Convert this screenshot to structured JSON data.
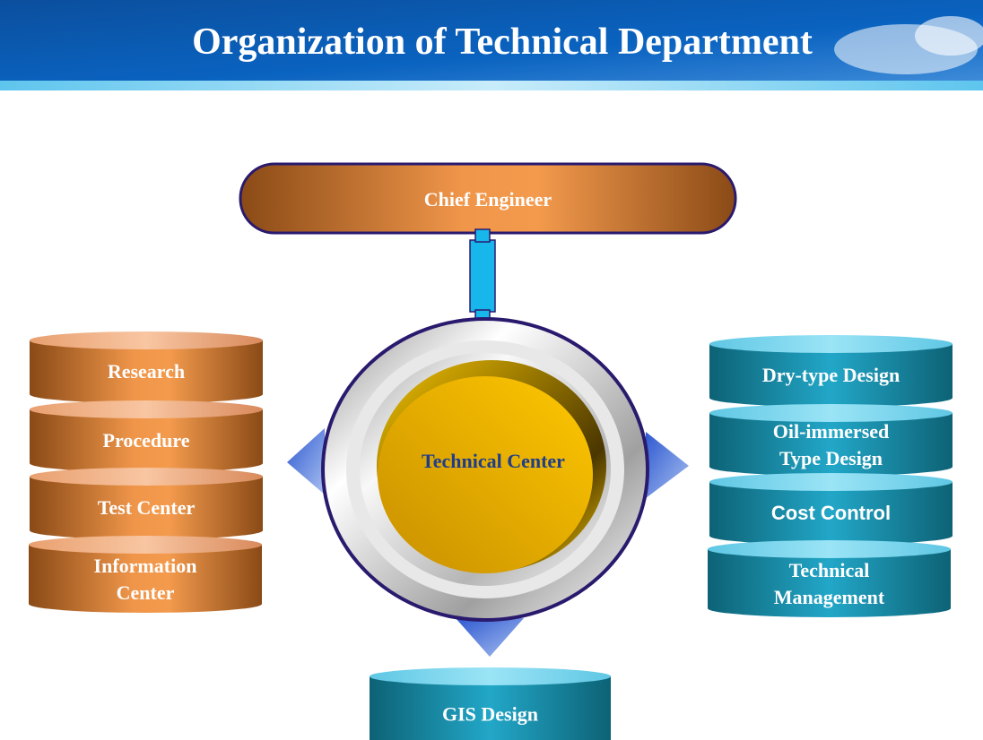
{
  "header": {
    "title": "Organization of Technical Department"
  },
  "chief": {
    "label": "Chief Engineer"
  },
  "center": {
    "label": "Technical Center"
  },
  "left_units": [
    {
      "line1": "Research",
      "line2": ""
    },
    {
      "line1": "Procedure",
      "line2": ""
    },
    {
      "line1": "Test Center",
      "line2": ""
    },
    {
      "line1": "Information",
      "line2": "Center"
    }
  ],
  "right_units": [
    {
      "line1": "Dry-type Design",
      "line2": ""
    },
    {
      "line1": "Oil-immersed",
      "line2": "Type Design"
    },
    {
      "line1": "Cost Control",
      "line2": ""
    },
    {
      "line1": "Technical",
      "line2": "Management"
    }
  ],
  "bottom_unit": {
    "label": "GIS Design"
  },
  "colors": {
    "header_blue": "#0a5fb4",
    "orange": "#e07a2a",
    "teal": "#1a8fae",
    "gold": "#f5bd00",
    "border": "#2a1a6e"
  }
}
